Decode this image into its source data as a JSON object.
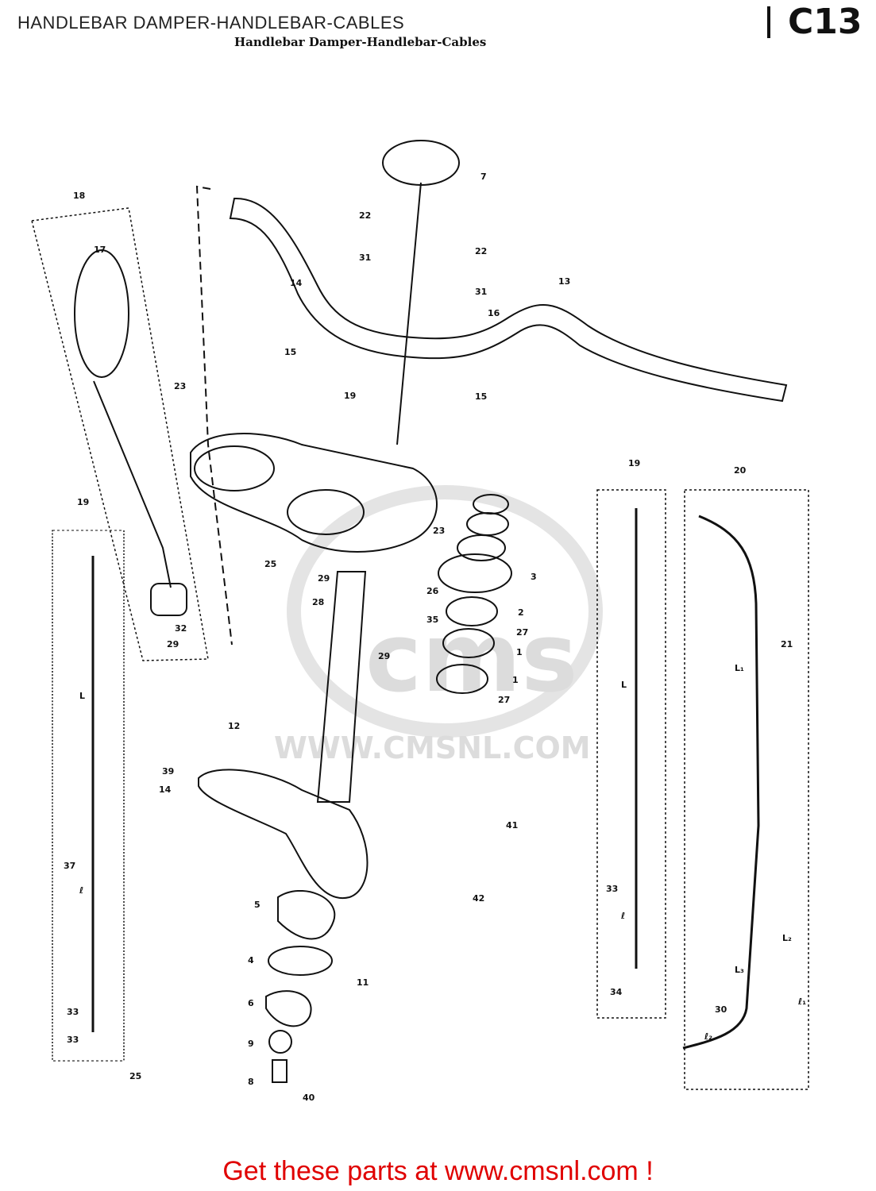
{
  "header": {
    "title": "HANDLEBAR DAMPER-HANDLEBAR-CABLES",
    "subtitle": "Handlebar Damper-Handlebar-Cables",
    "section_code": "C13"
  },
  "watermark": {
    "text": "WWW.CMSNL.COM",
    "logo": "cms"
  },
  "callouts": [
    {
      "id": "c7",
      "label": "7"
    },
    {
      "id": "c22a",
      "label": "22"
    },
    {
      "id": "c22b",
      "label": "22"
    },
    {
      "id": "c31a",
      "label": "31"
    },
    {
      "id": "c31b",
      "label": "31"
    },
    {
      "id": "c14a",
      "label": "14"
    },
    {
      "id": "c13",
      "label": "13"
    },
    {
      "id": "c16",
      "label": "16"
    },
    {
      "id": "c15a",
      "label": "15"
    },
    {
      "id": "c15b",
      "label": "15"
    },
    {
      "id": "c19",
      "label": "19"
    },
    {
      "id": "c18",
      "label": "18"
    },
    {
      "id": "c17",
      "label": "17"
    },
    {
      "id": "c23a",
      "label": "23"
    },
    {
      "id": "c23b",
      "label": "23"
    },
    {
      "id": "c3",
      "label": "3"
    },
    {
      "id": "c2",
      "label": "2"
    },
    {
      "id": "c27a",
      "label": "27"
    },
    {
      "id": "c1a",
      "label": "1"
    },
    {
      "id": "c1b",
      "label": "1"
    },
    {
      "id": "c27b",
      "label": "27"
    },
    {
      "id": "c25",
      "label": "25"
    },
    {
      "id": "c29a",
      "label": "29"
    },
    {
      "id": "c28",
      "label": "28"
    },
    {
      "id": "c26",
      "label": "26"
    },
    {
      "id": "c35",
      "label": "35"
    },
    {
      "id": "c29b",
      "label": "29"
    },
    {
      "id": "c32",
      "label": "32"
    },
    {
      "id": "c29c",
      "label": "29"
    },
    {
      "id": "c12",
      "label": "12"
    },
    {
      "id": "c39",
      "label": "39"
    },
    {
      "id": "c14b",
      "label": "14"
    },
    {
      "id": "c41",
      "label": "41"
    },
    {
      "id": "c42",
      "label": "42"
    },
    {
      "id": "c5",
      "label": "5"
    },
    {
      "id": "c4",
      "label": "4"
    },
    {
      "id": "c11",
      "label": "11"
    },
    {
      "id": "c6",
      "label": "6"
    },
    {
      "id": "c9",
      "label": "9"
    },
    {
      "id": "c8",
      "label": "8"
    },
    {
      "id": "c40",
      "label": "40"
    },
    {
      "id": "c19b",
      "label": "19"
    },
    {
      "id": "c37",
      "label": "37"
    },
    {
      "id": "c33a",
      "label": "33"
    },
    {
      "id": "c33b",
      "label": "33"
    },
    {
      "id": "c25b",
      "label": "25"
    },
    {
      "id": "c19c",
      "label": "19"
    },
    {
      "id": "c20",
      "label": "20"
    },
    {
      "id": "c21",
      "label": "21"
    },
    {
      "id": "c33c",
      "label": "33"
    },
    {
      "id": "c34",
      "label": "34"
    },
    {
      "id": "c30",
      "label": "30"
    },
    {
      "id": "L1",
      "label": "L"
    },
    {
      "id": "L2",
      "label": "L"
    },
    {
      "id": "L3",
      "label": "L₁"
    },
    {
      "id": "L4",
      "label": "L₂"
    },
    {
      "id": "L5",
      "label": "L₃"
    },
    {
      "id": "l1",
      "label": "ℓ"
    },
    {
      "id": "l2",
      "label": "ℓ"
    },
    {
      "id": "l3",
      "label": "ℓ₁"
    },
    {
      "id": "l4",
      "label": "ℓ₂"
    }
  ],
  "footer": {
    "text": "Get these parts at www.cmsnl.com !"
  }
}
